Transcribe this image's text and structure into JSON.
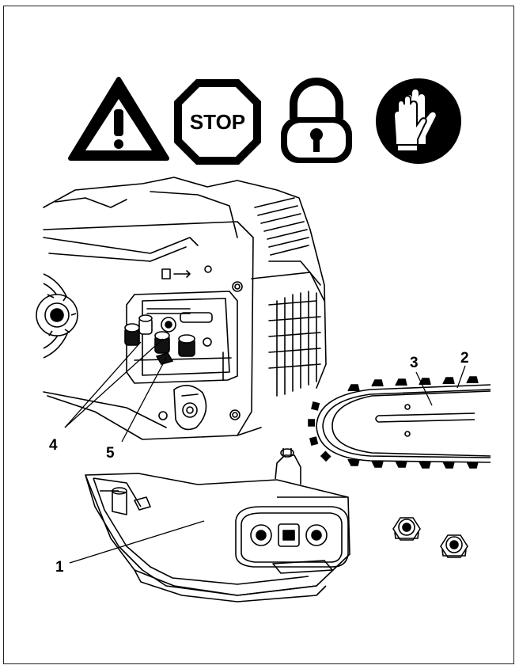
{
  "warning_icons": [
    {
      "icon": "warning-triangle-icon"
    },
    {
      "icon": "stop-sign-icon",
      "text": "STOP"
    },
    {
      "icon": "padlock-icon"
    },
    {
      "icon": "protective-gloves-icon"
    }
  ],
  "callouts": [
    {
      "id": "label-1",
      "text": "1"
    },
    {
      "id": "label-2",
      "text": "2"
    },
    {
      "id": "label-3",
      "text": "3"
    },
    {
      "id": "label-4",
      "text": "4"
    },
    {
      "id": "label-5",
      "text": "5"
    }
  ],
  "colors": {
    "line": "#000000",
    "background": "#ffffff",
    "frame": "#222222"
  }
}
